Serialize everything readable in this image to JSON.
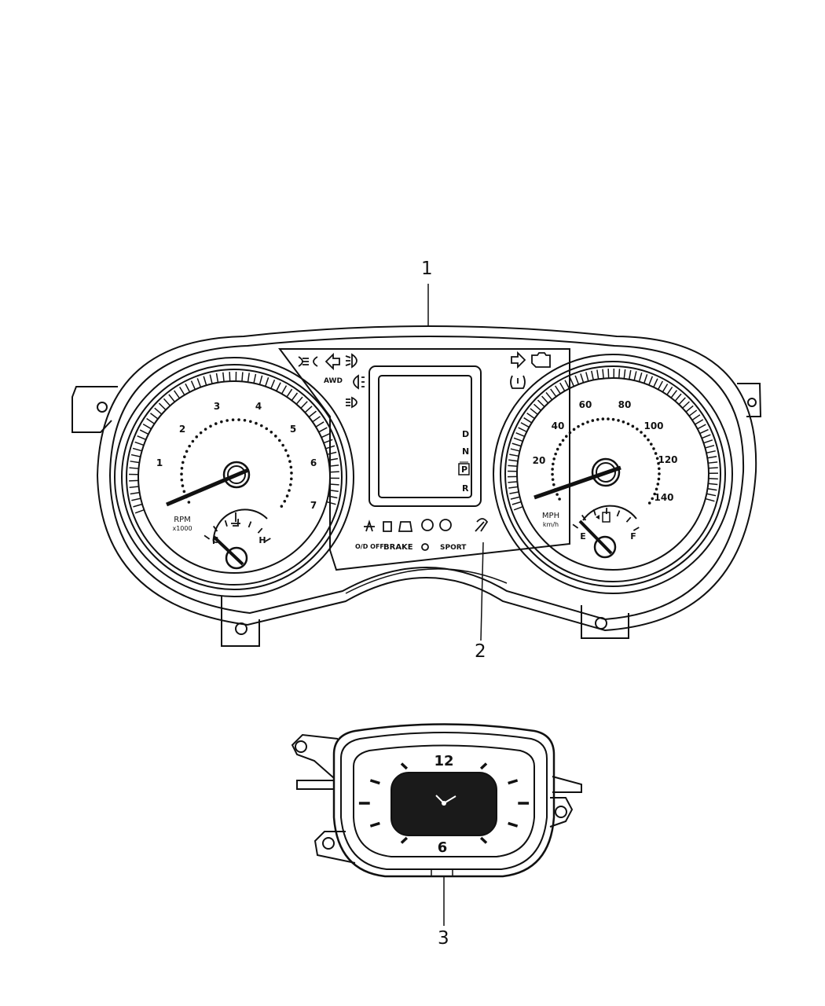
{
  "callouts": {
    "c1": "1",
    "c2": "2",
    "c3": "3"
  },
  "tach": {
    "numbers": [
      "1",
      "2",
      "3",
      "4",
      "5",
      "6",
      "7"
    ],
    "unit": "RPM",
    "multiplier": "x1000",
    "temp_high": "H",
    "temp_low": "C"
  },
  "speedo": {
    "numbers": [
      "20",
      "40",
      "60",
      "80",
      "100",
      "120",
      "140"
    ],
    "unit": "MPH",
    "unit_sub": "km/h",
    "fuel_full": "F",
    "fuel_empty": "E"
  },
  "center": {
    "gear_letters": [
      "D",
      "N",
      "P",
      "R"
    ],
    "awd_label": "AWD",
    "od_off": "O/D OFF",
    "brake": "BRAKE",
    "sport": "SPORT"
  },
  "clock": {
    "twelve": "12",
    "six": "6"
  }
}
